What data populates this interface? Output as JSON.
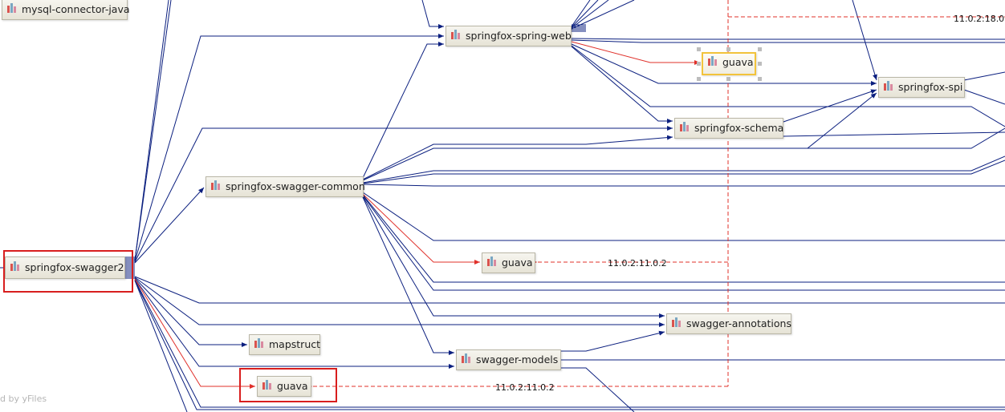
{
  "graph": {
    "nodes": {
      "mysql_connector": "mysql-connector-java",
      "spring_web": "springfox-spring-web",
      "guava_selected": "guava",
      "spi": "springfox-spi",
      "schema": "springfox-schema",
      "swagger_common": "springfox-swagger-common",
      "swagger2": "springfox-swagger2",
      "guava_middle": "guava",
      "swagger_annotations": "swagger-annotations",
      "mapstruct": "mapstruct",
      "swagger_models": "swagger-models",
      "guava_bottom": "guava"
    },
    "edge_labels": {
      "top": "11.0.2:18.0",
      "middle": "11.0.2:11.0.2",
      "bottom": "11.0.2:11.0.2"
    },
    "watermark": "d by yFiles",
    "colors": {
      "dependency_edge": "#0b1f7f",
      "conflict_edge": "#e0302a",
      "highlight_box": "#d81e1e",
      "selected_border": "#f2c33b"
    },
    "icons": {
      "node_icon": "maven-artifact-icon"
    }
  }
}
